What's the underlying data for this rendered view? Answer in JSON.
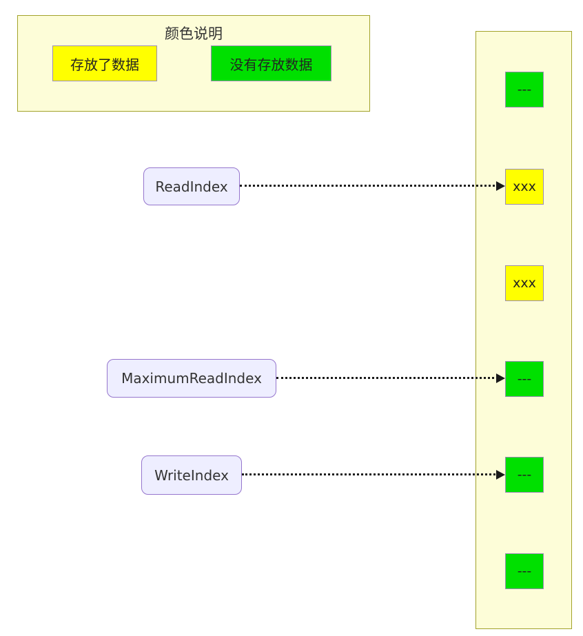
{
  "legend": {
    "title": "颜色说明",
    "items": [
      {
        "label": "存放了数据",
        "state": "filled"
      },
      {
        "label": "没有存放数据",
        "state": "empty"
      }
    ]
  },
  "pointers": [
    {
      "label": "ReadIndex",
      "target_cell": 1
    },
    {
      "label": "MaximumReadIndex",
      "target_cell": 3
    },
    {
      "label": "WriteIndex",
      "target_cell": 4
    }
  ],
  "buffer_cells": [
    {
      "value": "---",
      "state": "empty"
    },
    {
      "value": "xxx",
      "state": "filled"
    },
    {
      "value": "xxx",
      "state": "filled"
    },
    {
      "value": "---",
      "state": "empty"
    },
    {
      "value": "---",
      "state": "empty"
    },
    {
      "value": "---",
      "state": "empty"
    }
  ],
  "colors": {
    "cell_filled": "#ffff00",
    "cell_empty": "#00e000",
    "panel_bg": "#fdfdd8",
    "panel_border": "#a2a22a",
    "node_bg": "#eeeeff",
    "node_border": "#9575cd",
    "cell_border": "#9b8bb4",
    "arrow": "#1a1a1a",
    "text": "#333333"
  }
}
